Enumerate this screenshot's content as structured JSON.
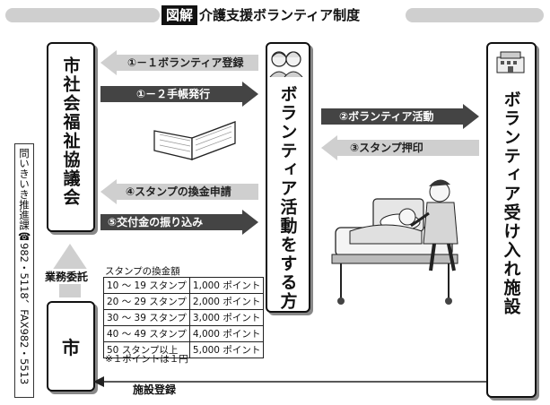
{
  "header": {
    "tag": "図解",
    "title": "介護支援ボランティア制度"
  },
  "boxes": {
    "council": "市社会福祉協議会",
    "city": "市",
    "volunteer": "ボランティア活動をする方",
    "facility": "ボランティア受け入れ施設"
  },
  "arrows": {
    "registration": "①－１ボランティア登録",
    "booklet": "①－２手帳発行",
    "activity": "②ボランティア活動",
    "stamp": "③スタンプ押印",
    "exchange_request": "④スタンプの換金申請",
    "transfer": "⑤交付金の振り込み"
  },
  "labels": {
    "outsourcing": "業務委託",
    "facility_registration": "施設登録"
  },
  "side_note": "問いきいき推進課☎982・5118、FAX982・5513",
  "rates_table": {
    "caption": "スタンプの換金額",
    "rows": [
      [
        "10 ～ 19 スタンプ",
        "1,000 ポイント"
      ],
      [
        "20 ～ 29 スタンプ",
        "2,000 ポイント"
      ],
      [
        "30 ～ 39 スタンプ",
        "3,000 ポイント"
      ],
      [
        "40 ～ 49 スタンプ",
        "4,000 ポイント"
      ],
      [
        "50 スタンプ以上",
        "5,000 ポイント"
      ]
    ],
    "note": "※１ポイントは１円"
  },
  "colors": {
    "dark_arrow": "#444444",
    "light_arrow": "#cfcfcf",
    "box_shadow": "#888888"
  }
}
